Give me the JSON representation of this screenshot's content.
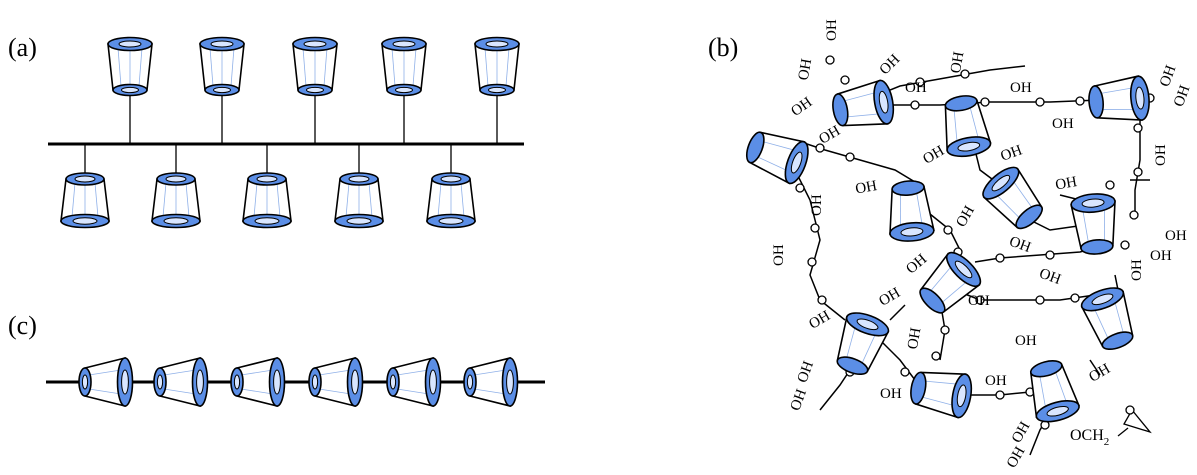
{
  "panels": {
    "a": {
      "label": "(a)"
    },
    "b": {
      "label": "(b)"
    },
    "c": {
      "label": "(c)"
    }
  },
  "network": {
    "hydroxyl_label": "OH",
    "terminal_label": "OCH",
    "terminal_subscript": "2"
  },
  "colors": {
    "cd_fill": "#5b8ee6",
    "cd_inner": "#d9e6ff",
    "cd_stroke": "#000000",
    "line": "#000000"
  },
  "icons": {
    "cyclodextrin": "truncated-cone-icon",
    "linker_node": "open-circle-icon",
    "epoxide": "epoxide-ring-icon"
  }
}
